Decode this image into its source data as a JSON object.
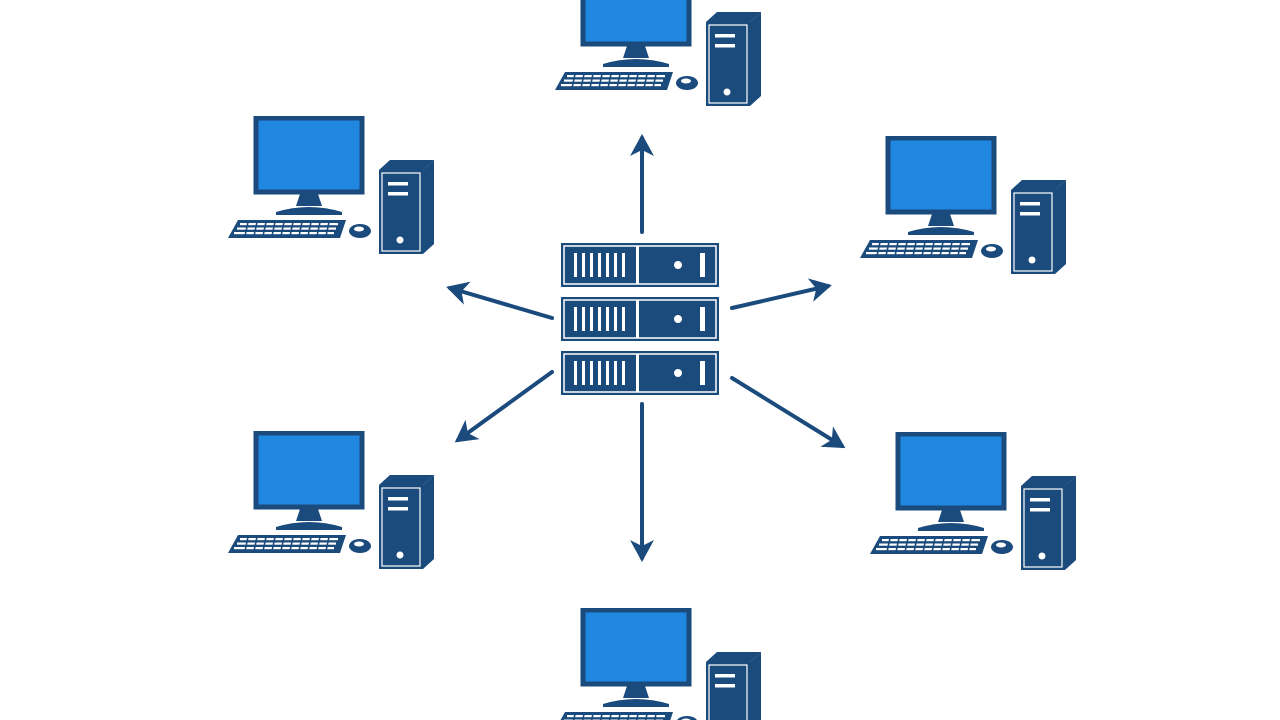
{
  "colors": {
    "background": "#ffffff",
    "dark_navy": "#1b4a7c",
    "screen_blue": "#1f87e0",
    "screen_border": "#1b4a7c",
    "arrow": "#1b4a7c",
    "tower_light": "#e9eef4"
  },
  "diagram": {
    "type": "client-server network",
    "center_node": {
      "icon": "server-rack-icon",
      "units": 3
    },
    "client_nodes": [
      {
        "id": "top",
        "icon": "desktop-computer-icon"
      },
      {
        "id": "upper-left",
        "icon": "desktop-computer-icon"
      },
      {
        "id": "upper-right",
        "icon": "desktop-computer-icon"
      },
      {
        "id": "lower-left",
        "icon": "desktop-computer-icon"
      },
      {
        "id": "lower-right",
        "icon": "desktop-computer-icon"
      },
      {
        "id": "bottom",
        "icon": "desktop-computer-icon"
      }
    ],
    "connections": [
      {
        "from": "server",
        "to": "top",
        "direction": "outward"
      },
      {
        "from": "server",
        "to": "upper-left",
        "direction": "outward"
      },
      {
        "from": "server",
        "to": "upper-right",
        "direction": "outward"
      },
      {
        "from": "server",
        "to": "lower-left",
        "direction": "outward"
      },
      {
        "from": "server",
        "to": "lower-right",
        "direction": "outward"
      },
      {
        "from": "server",
        "to": "bottom",
        "direction": "outward"
      }
    ]
  }
}
